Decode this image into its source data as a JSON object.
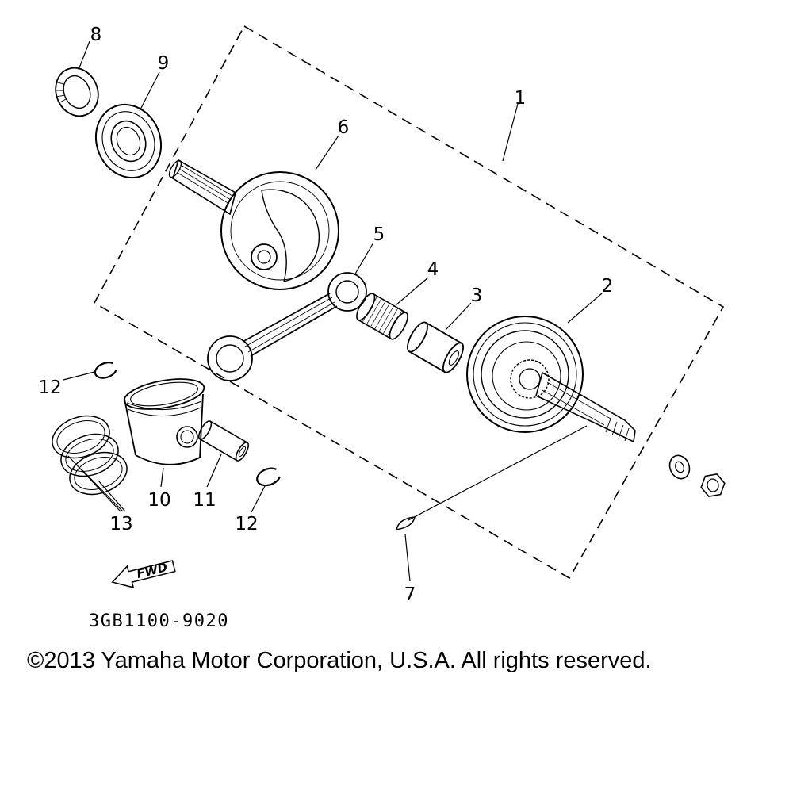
{
  "page": {
    "background": "#ffffff",
    "ink": "#000000"
  },
  "diagram": {
    "code": "3GB1100-9020",
    "copyright": "©2013 Yamaha Motor Corporation, U.S.A. All rights reserved.",
    "fwd_label": "FWD",
    "callouts": [
      {
        "label": "1"
      },
      {
        "label": "2"
      },
      {
        "label": "3"
      },
      {
        "label": "4"
      },
      {
        "label": "5"
      },
      {
        "label": "6"
      },
      {
        "label": "7"
      },
      {
        "label": "8"
      },
      {
        "label": "9"
      },
      {
        "label": "10"
      },
      {
        "label": "11"
      },
      {
        "label": "12"
      },
      {
        "label": "12"
      },
      {
        "label": "13"
      }
    ]
  }
}
